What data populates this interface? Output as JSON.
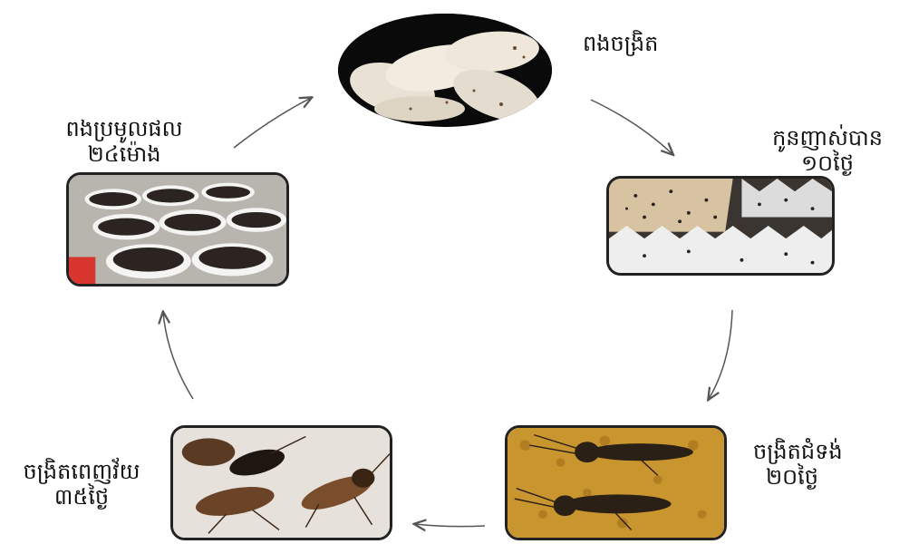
{
  "stages": [
    {
      "id": "eggs",
      "line1": "ពងចង្រិត",
      "line2": ""
    },
    {
      "id": "hatch",
      "line1": "កូនញាស់បាន",
      "line2": "១០ថ្ងៃ"
    },
    {
      "id": "growth",
      "line1": "ចង្រិតជំទង់",
      "line2": "២០ថ្ងៃ"
    },
    {
      "id": "adult",
      "line1": "ចង្រិតពេញវ័យ",
      "line2": "៣៥ថ្ងៃ"
    },
    {
      "id": "collect",
      "line1": "ពងប្រមូលផល",
      "line2": "២៤ម៉ោង"
    }
  ],
  "colors": {
    "arrow": "#555555",
    "border": "#222222"
  }
}
